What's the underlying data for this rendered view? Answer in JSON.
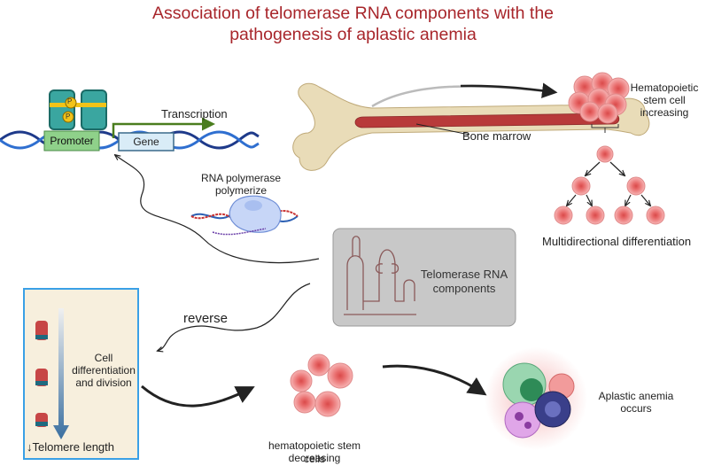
{
  "title": {
    "line1": "Association of telomerase RNA components with the",
    "line2": "pathogenesis of aplastic anemia"
  },
  "dna": {
    "promoter_label": "Promoter",
    "gene_label": "Gene",
    "phospho_label": "P",
    "transcription_label": "Transcription"
  },
  "polymerase": {
    "line1": "RNA polymerase",
    "line2": "polymerize"
  },
  "bone": {
    "label": "Bone marrow"
  },
  "stem_increase": {
    "line1": "Hematopoietic",
    "line2": "stem cell",
    "line3": "increasing"
  },
  "differentiation": {
    "label": "Multidirectional differentiation"
  },
  "telomerase": {
    "line1": "Telomerase RNA",
    "line2": "components"
  },
  "reverse_label": "reverse",
  "telomere_panel": {
    "cell_line1": "Cell",
    "cell_line2": "differentiation",
    "cell_line3": "and division",
    "length_label": "↓Telomere length"
  },
  "stem_decrease": {
    "line1": "hematopoietic stem cells",
    "line2": "decreasing"
  },
  "outcome": {
    "line1": "Aplastic anemia",
    "line2": "occurs"
  },
  "colors": {
    "title": "#a8262b",
    "dna_strand": "#1e3a8a",
    "promoter_fill": "#8fd18a",
    "gene_fill": "#d9ecf7",
    "transcription_arrow": "#4a7d1e",
    "bone": "#e9dcb8",
    "marrow": "#b83a3a",
    "cell_red": "#f08080",
    "telomerase_box": "#c8c8c8",
    "panel_bg": "#f7efdd",
    "panel_border": "#3aa0e6"
  }
}
